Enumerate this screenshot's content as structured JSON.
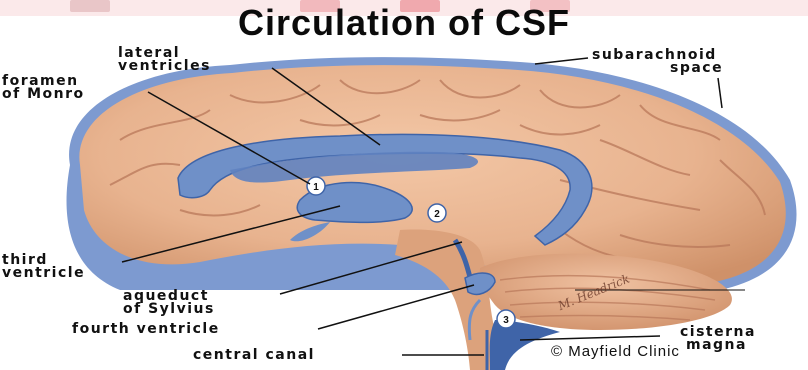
{
  "title": "Circulation of CSF",
  "labels": {
    "lateral_ventricles": [
      "lateral",
      "ventricles"
    ],
    "foramen_of_monro": [
      "foramen",
      "of Monro"
    ],
    "third_ventricle": [
      "third",
      "ventricle"
    ],
    "aqueduct_of_sylvius": [
      "aqueduct",
      "of Sylvius"
    ],
    "fourth_ventricle": "fourth ventricle",
    "central_canal": "central canal",
    "subarachnoid_space": [
      "subarachnoid",
      "space"
    ],
    "cisterna_magna": [
      "cisterna",
      "magna"
    ]
  },
  "markers": [
    "1",
    "2",
    "3"
  ],
  "credit": "© Mayfield Clinic",
  "signature": "M. Headrick",
  "colors": {
    "brain": "#e8b38f",
    "brain_shadow": "#c98a63",
    "csf": "#6f90c8",
    "csf_dark": "#3f64a8",
    "text": "#111111"
  }
}
